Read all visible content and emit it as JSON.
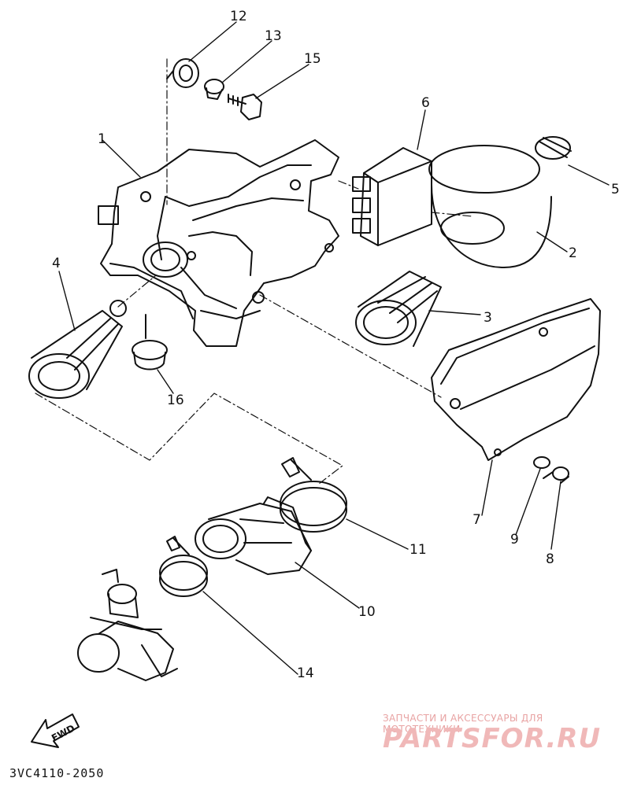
{
  "diagram": {
    "callouts": [
      "1",
      "2",
      "3",
      "4",
      "5",
      "6",
      "7",
      "8",
      "9",
      "10",
      "11",
      "12",
      "13",
      "14",
      "15",
      "16"
    ],
    "drawing_code": "3VC4110-2050",
    "fwd_label": "FWD"
  },
  "watermark": {
    "tagline": "ЗАПЧАСТИ И АКСЕССУАРЫ ДЛЯ МОТОТЕХНИКИ",
    "brand": "PARTSFOR.RU",
    "color": "#e8a3a3"
  }
}
